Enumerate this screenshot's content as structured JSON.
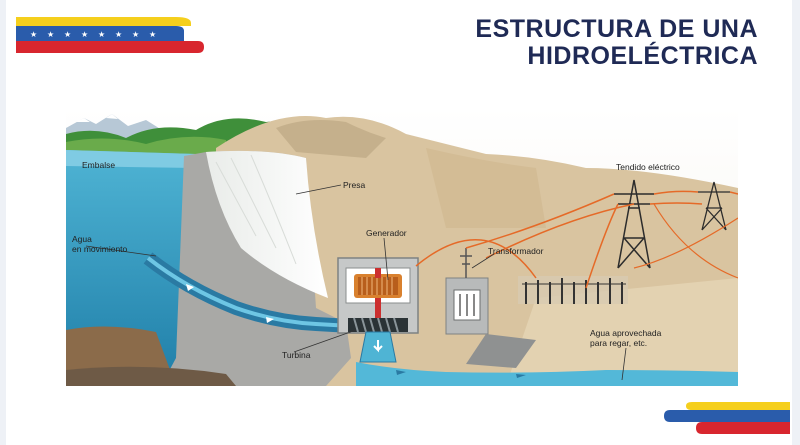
{
  "header": {
    "title_line1": "ESTRUCTURA DE UNA",
    "title_line2": "HIDROELÉCTRICA"
  },
  "diagram": {
    "labels": {
      "embalse": "Embalse",
      "presa": "Presa",
      "agua_movimiento_1": "Agua",
      "agua_movimiento_2": "en movimiento",
      "generador": "Generador",
      "transformador": "Transformador",
      "tendido": "Tendido eléctrico",
      "turbina": "Turbina",
      "agua_aprovechada_1": "Agua aprovechada",
      "agua_aprovechada_2": "para regar, etc."
    }
  },
  "colors": {
    "title": "#1f2a55",
    "flag_yellow": "#f5cf1d",
    "flag_blue": "#2a5cab",
    "flag_red": "#d8262e",
    "water": "#2f9fc4",
    "pipe": "#2a7aa3",
    "dam": "#a9a9a6",
    "rock": "#d7c3a1",
    "cable": "#e56a28"
  },
  "icons": [
    "star-icon",
    "transmission-tower-icon",
    "generator-icon",
    "transformer-icon",
    "turbine-icon",
    "flow-arrow-icon"
  ]
}
